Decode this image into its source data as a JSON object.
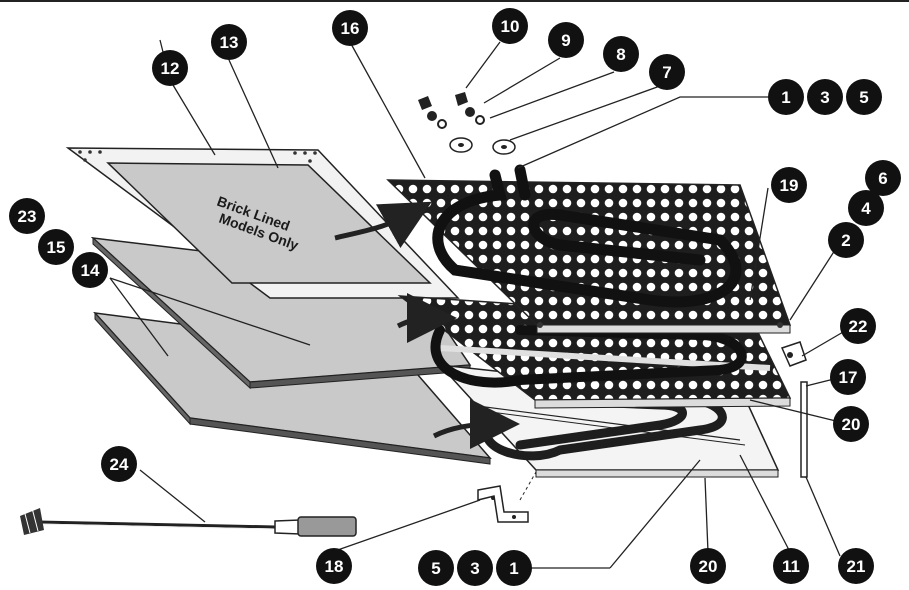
{
  "panel_label": {
    "line1": "Brick Lined",
    "line2": "Models Only"
  },
  "callouts": [
    {
      "id": "c12",
      "label": "12"
    },
    {
      "id": "c13",
      "label": "13"
    },
    {
      "id": "c16",
      "label": "16"
    },
    {
      "id": "c10",
      "label": "10"
    },
    {
      "id": "c9",
      "label": "9"
    },
    {
      "id": "c8",
      "label": "8"
    },
    {
      "id": "c7",
      "label": "7"
    },
    {
      "id": "c1a",
      "label": "1"
    },
    {
      "id": "c3a",
      "label": "3"
    },
    {
      "id": "c5a",
      "label": "5"
    },
    {
      "id": "c6",
      "label": "6"
    },
    {
      "id": "c4",
      "label": "4"
    },
    {
      "id": "c2",
      "label": "2"
    },
    {
      "id": "c19",
      "label": "19"
    },
    {
      "id": "c23",
      "label": "23"
    },
    {
      "id": "c15",
      "label": "15"
    },
    {
      "id": "c14",
      "label": "14"
    },
    {
      "id": "c22",
      "label": "22"
    },
    {
      "id": "c17",
      "label": "17"
    },
    {
      "id": "c20a",
      "label": "20"
    },
    {
      "id": "c24",
      "label": "24"
    },
    {
      "id": "c18",
      "label": "18"
    },
    {
      "id": "c5b",
      "label": "5"
    },
    {
      "id": "c3b",
      "label": "3"
    },
    {
      "id": "c1b",
      "label": "1"
    },
    {
      "id": "c20b",
      "label": "20"
    },
    {
      "id": "c11",
      "label": "11"
    },
    {
      "id": "c21",
      "label": "21"
    }
  ],
  "colors": {
    "panel_gray": "#c9c9c9",
    "callout_fill": "#111111",
    "element_dark": "#1e1e1e",
    "frame": "#e6e6e6"
  }
}
